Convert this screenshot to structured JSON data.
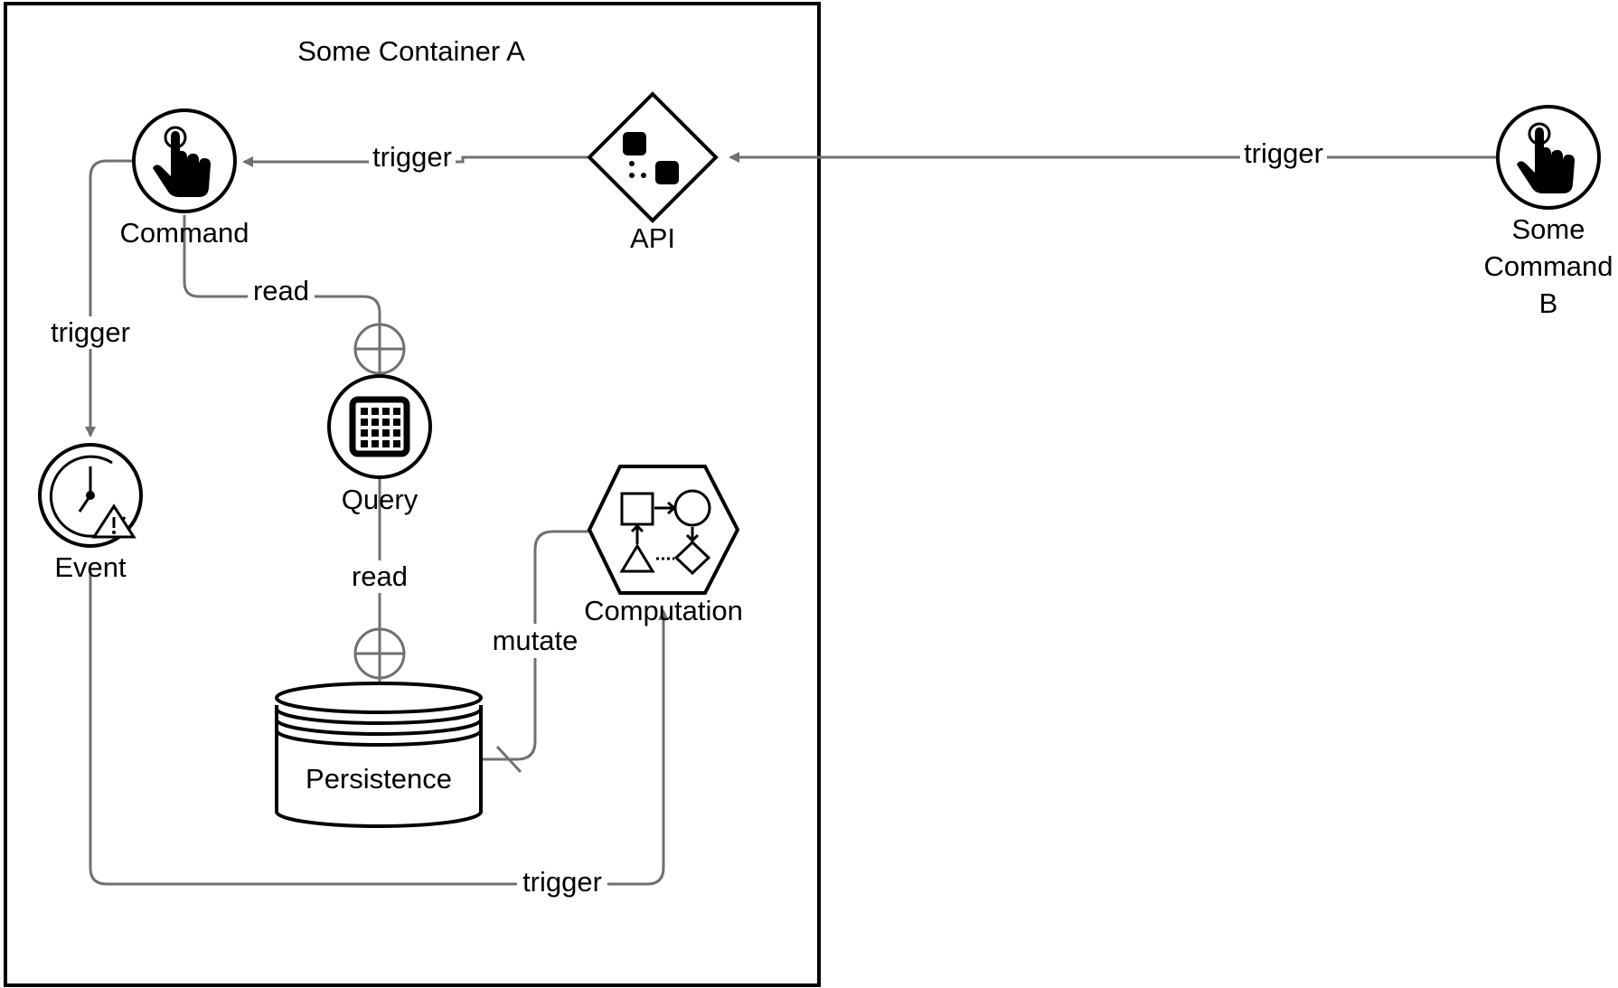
{
  "container": {
    "title": "Some Container A"
  },
  "nodes": {
    "command": {
      "label": "Command",
      "icon": "hand-pointer-icon"
    },
    "api": {
      "label": "API",
      "icon": "api-squares-icon"
    },
    "some_command_b": {
      "label_lines": [
        "Some",
        "Command",
        "B"
      ],
      "icon": "hand-pointer-icon"
    },
    "event": {
      "label": "Event",
      "icon": "clock-warning-icon"
    },
    "query": {
      "label": "Query",
      "icon": "grid-table-icon"
    },
    "persistence": {
      "label": "Persistence"
    },
    "computation": {
      "label": "Computation",
      "icon": "flow-shapes-icon"
    }
  },
  "edges": {
    "api_to_command": "trigger",
    "b_to_api": "trigger",
    "command_to_event": "trigger",
    "command_to_query": "read",
    "query_to_persistence": "read",
    "computation_to_persistence": "mutate",
    "event_to_computation": "trigger"
  },
  "colors": {
    "connector": "#707070",
    "stroke": "#000000",
    "background": "#ffffff"
  }
}
